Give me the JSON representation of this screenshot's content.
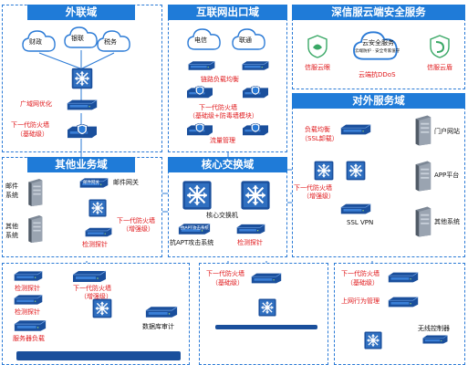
{
  "colors": {
    "accent": "#1f7bd8",
    "line": "#2a7ad6",
    "alert": "#e0181b",
    "device": "#1a4f9c"
  },
  "zones": {
    "external": {
      "title": "外联域",
      "clouds": [
        "财政",
        "银联",
        "税务"
      ],
      "opt": "广域网优化",
      "fw1": "下一代防火墙",
      "fw2": "（基础级）"
    },
    "internet": {
      "title": "互联网出口域",
      "clouds": [
        "电信",
        "联通"
      ],
      "lb": "链路负载均衡",
      "fw1": "下一代防火墙",
      "fw2": "（基础级+防毒墙模块）",
      "flow": "流量管理"
    },
    "cloudsec": {
      "title": "深信服云端安全服务",
      "center1": "云安全服务",
      "center2": "云端防护 · 安全专家值守",
      "ddos": "云端抗DDoS",
      "left": "信服云眼",
      "right": "信服云盾"
    },
    "services": {
      "title": "对外服务域",
      "lb1": "负载均衡",
      "lb2": "（SSL卸载）",
      "fw1": "下一代防火墙",
      "fw2": "（增强级）",
      "vpn": "SSL VPN",
      "portal": "门户网站",
      "app": "APP平台",
      "others": "其他系统"
    },
    "otherbiz": {
      "title": "其他业务域",
      "mail1": "邮件",
      "mail2": "系统",
      "gateway": "邮件网关",
      "other1": "其他",
      "other2": "系统",
      "fw1": "下一代防火墙",
      "fw2": "（增强级）",
      "probe": "检测探针"
    },
    "core": {
      "title": "核心交换域",
      "switch": "核心交换机",
      "apt": "抗APT攻击系统",
      "probe": "检测探针",
      "aptdev": "抗APT攻击系统",
      "sw_lbl": "核心交换机"
    },
    "bottomleft": {
      "probe1": "检测探针",
      "fw1": "下一代防火墙",
      "fw2": "（增强级）",
      "probe2": "检测探针",
      "audit": "数据库审计",
      "lb": "服务器负载"
    },
    "bottommid": {
      "fw1": "下一代防火墙",
      "fw2": "（基础级）"
    },
    "bottomright": {
      "fw1": "下一代防火墙",
      "fw2": "（基础级）",
      "behav": "上网行为管理",
      "wlc": "无线控制器"
    },
    "tags": {
      "gw": "邮件网关",
      "apt": "抗APT攻击系统"
    }
  }
}
